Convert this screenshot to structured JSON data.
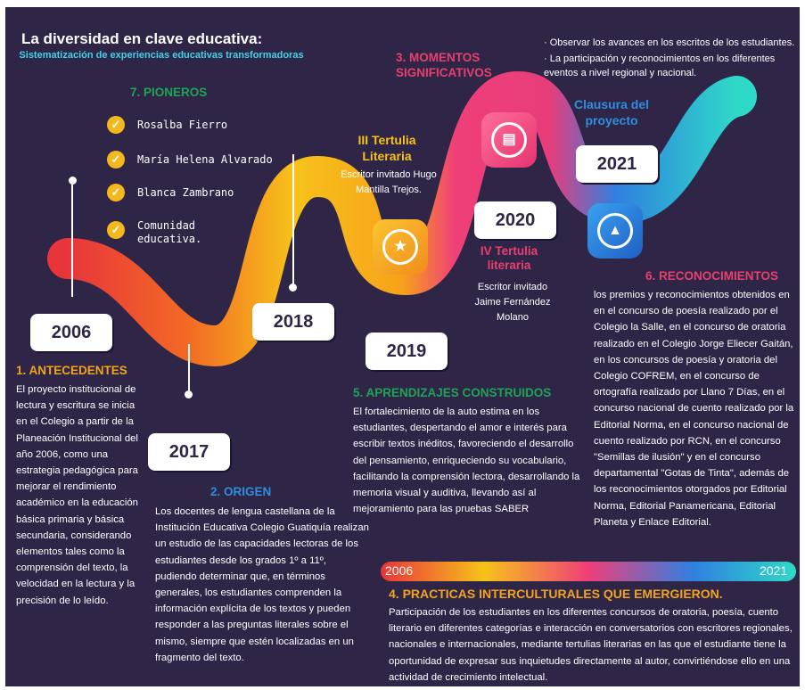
{
  "header": {
    "title": "La diversidad en clave educativa:",
    "subtitle": "Sistematización de experiencias educativas transformadoras"
  },
  "pioneers": {
    "heading": "7. PIONEROS",
    "items": [
      "Rosalba Fierro",
      "María Helena Alvarado",
      "Blanca Zambrano",
      "Comunidad educativa."
    ]
  },
  "years": {
    "y2006": "2006",
    "y2017": "2017",
    "y2018": "2018",
    "y2019": "2019",
    "y2020": "2020",
    "y2021": "2021"
  },
  "moments": {
    "heading": "3. MOMENTOS SIGNIFICATIVOS",
    "bullet1": "· Observar los avances en los escritos de los estudiantes.",
    "bullet2": "· La participación y reconocimientos en los diferentes eventos a nivel regional y nacional."
  },
  "tertulia3": {
    "title": "III Tertulia Literaria",
    "text": "Escritor invitado Hugo Mantilla Trejos."
  },
  "tertulia4": {
    "title": "IV Tertulia literaria",
    "text": "Escritor invitado Jaime Fernández Molano"
  },
  "clausura": {
    "title": "Clausura del proyecto"
  },
  "antecedentes": {
    "heading": "1. ANTECEDENTES",
    "text": "El proyecto institucional de lectura y escritura se inicia en el Colegio a partir de la Planeación Institucional del año 2006, como una estrategia pedagógica para mejorar el rendimiento académico en la educación básica primaria y básica secundaria, considerando elementos tales como la comprensión del texto, la velocidad en la lectura y la precisión de lo leído."
  },
  "origen": {
    "heading": "2. ORIGEN",
    "text": "Los docentes de lengua castellana de la Institución Educativa Colegio Guatiquía realizan un estudio de las capacidades lectoras de los estudiantes desde los grados 1º a 11º, pudiendo determinar que, en términos generales, los estudiantes comprenden la información explícita de los textos y pueden responder a las preguntas literales sobre el mismo, siempre que estén localizadas en un fragmento del texto."
  },
  "aprendizajes": {
    "heading": "5. APRENDIZAJES CONSTRUIDOS",
    "text": "El fortalecimiento de la auto estima en los estudiantes, despertando el amor e interés para escribir textos inéditos, favoreciendo el desarrollo del pensamiento, enriqueciendo su vocabulario, facilitando la comprensión lectora, desarrollando la memoria visual y auditiva, llevando así al mejoramiento para las pruebas SABER"
  },
  "reconocimientos": {
    "heading": "6. RECONOCIMIENTOS",
    "text": "los premios y reconocimientos obtenidos en en el concurso de poesía realizado por el Colegio la Salle, en el concurso de oratoria realizado en el Colegio Jorge Eliecer Gaitán, en los concursos de poesía y oratoria del Colegio COFREM, en el concurso de ortografía realizado por Llano 7 Días, en el concurso nacional de cuento realizado por la Editorial Norma, en el concurso nacional de cuento realizado por RCN, en el concurso \"Semillas de ilusión\" y en el concurso departamental \"Gotas de Tinta\", además de los reconocimientos otorgados por Editorial Norma, Editorial Panamericana, Editorial Planeta y Enlace Editorial."
  },
  "timeline_bar": {
    "start": "2006",
    "end": "2021"
  },
  "practicas": {
    "heading": "4. PRACTICAS INTERCULTURALES QUE EMERGIERON.",
    "text": "Participación de los estudiantes en los diferentes concursos de oratoria, poesía, cuento literario en diferentes categorías e interacción en conversatorios con escritores regionales, nacionales e internacionales, mediante tertulias literarias en las que el estudiante tiene la oportunidad de expresar sus inquietudes directamente al autor, convirtiéndose ello en una actividad de crecimiento intelectual."
  },
  "colors": {
    "background": "#2e2547",
    "orange": "#f2a51c",
    "green": "#1fa456",
    "pink": "#ec407a",
    "blue": "#2f8ee0",
    "cyan": "#3fd3e8"
  },
  "icons": {
    "pioneer_check": "check-icon",
    "cube_2019": "star-icon",
    "cube_2020": "book-icon",
    "cube_2021": "graduation-cap-icon"
  }
}
